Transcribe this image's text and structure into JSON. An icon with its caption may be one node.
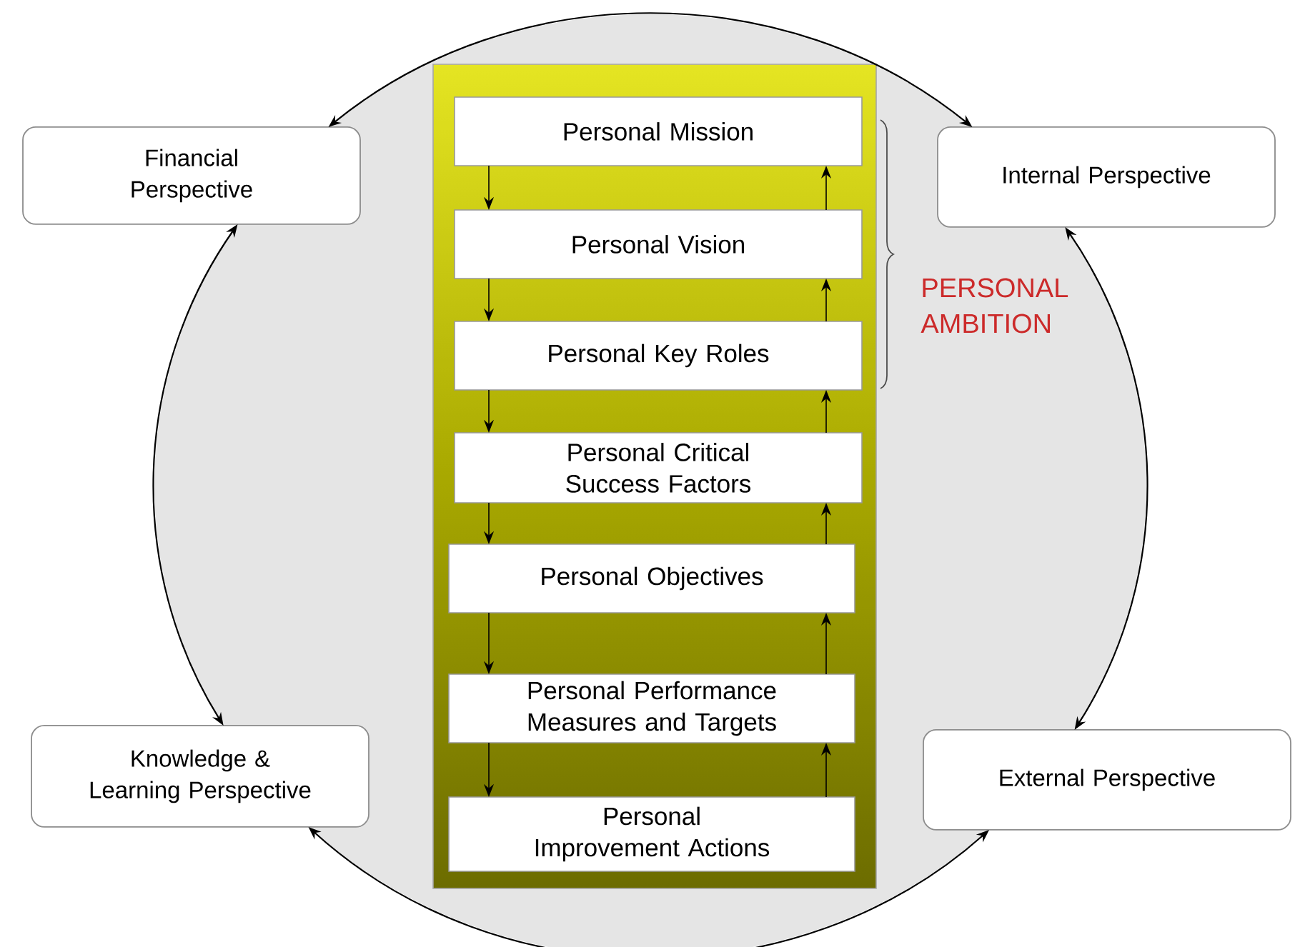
{
  "diagram": {
    "nodes": [
      {
        "text": [
          "Financial Perspective"
        ]
      },
      {
        "text": [
          "Internal Perspective"
        ]
      },
      {
        "text": [],
        "shape": "box"
      },
      {
        "text": [
          "Personal Mission"
        ],
        "in": 2
      },
      {
        "text": [
          "Personal Vision"
        ],
        "in": 2
      },
      {
        "text": [
          "Personal Key Roles"
        ],
        "in": 2
      },
      {
        "text": [
          "Personal Critical Success Factors"
        ],
        "in": 2
      },
      {
        "text": [
          "Personal Objectives"
        ],
        "in": 2
      },
      {
        "text": [
          "Personal Performance Measures and Targets"
        ],
        "in": 2
      },
      {
        "text": [
          "Personal Improvement Actions"
        ],
        "in": 2
      },
      {
        "text": [
          "Knowledge & Learning Perspective"
        ]
      },
      {
        "text": [
          "External Perspective"
        ]
      }
    ],
    "edges": [
      {
        "from": 0,
        "to": 1,
        "arrow": "both"
      },
      {
        "from": 1,
        "to": 11,
        "arrow": "both"
      },
      {
        "from": 11,
        "to": 10,
        "arrow": "both"
      },
      {
        "from": 10,
        "to": 0,
        "arrow": "both"
      },
      {
        "from": 3,
        "to": 4,
        "arrow": "to"
      },
      {
        "from": 4,
        "to": 3,
        "arrow": "to"
      },
      {
        "from": 4,
        "to": 5,
        "arrow": "to"
      },
      {
        "from": 5,
        "to": 4,
        "arrow": "to"
      },
      {
        "from": 5,
        "to": 6,
        "arrow": "to"
      },
      {
        "from": 6,
        "to": 5,
        "arrow": "to"
      },
      {
        "from": 6,
        "to": 7,
        "arrow": "to"
      },
      {
        "from": 7,
        "to": 6,
        "arrow": "to"
      },
      {
        "from": 7,
        "to": 8,
        "arrow": "to"
      },
      {
        "from": 8,
        "to": 7,
        "arrow": "to"
      },
      {
        "from": 8,
        "to": 9,
        "arrow": "to"
      },
      {
        "from": 9,
        "to": 8,
        "arrow": "to"
      }
    ],
    "labels": [
      "PERSONAL AMBITION"
    ]
  }
}
